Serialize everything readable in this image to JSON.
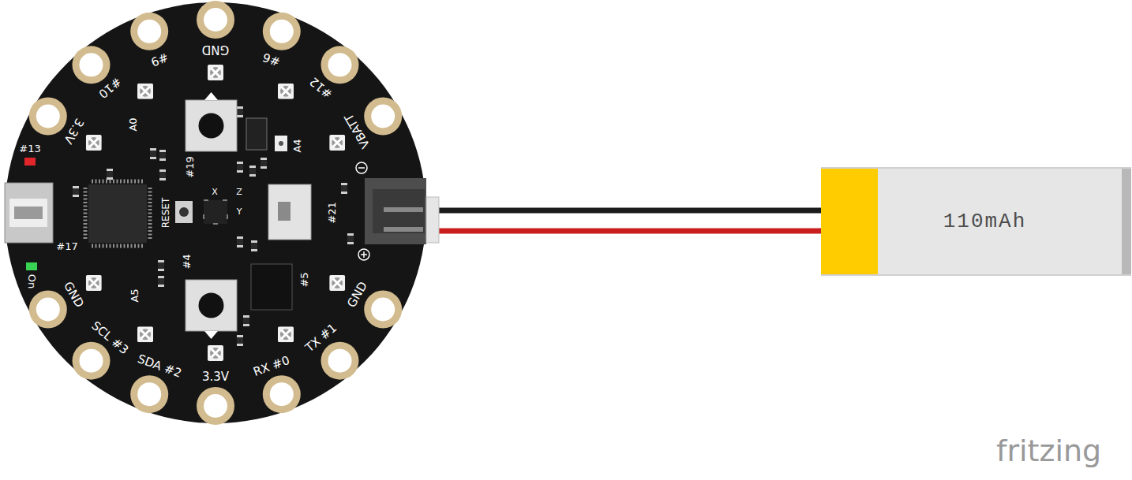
{
  "diagram": {
    "nodes": [
      {
        "text": [
          "3.3V",
          "#10",
          "#9",
          "GND",
          "#6",
          "#12",
          "VBATT",
          "GND",
          "TX #1",
          "RX #0",
          "3.3V",
          "SDA #2",
          "SCL #3",
          "GND",
          "#13",
          "On",
          "#17",
          "A0",
          "#19",
          "RESET",
          "X",
          "Z",
          "Y",
          "A4",
          "#21",
          "#4",
          "#5",
          "A5"
        ]
      },
      {
        "text": [
          "110mAh"
        ]
      }
    ],
    "edges": [
      {
        "from": 0,
        "to": 1,
        "arrow": "none"
      },
      {
        "from": 0,
        "to": 1,
        "arrow": "none"
      }
    ],
    "labels": [
      "fritzing"
    ]
  }
}
